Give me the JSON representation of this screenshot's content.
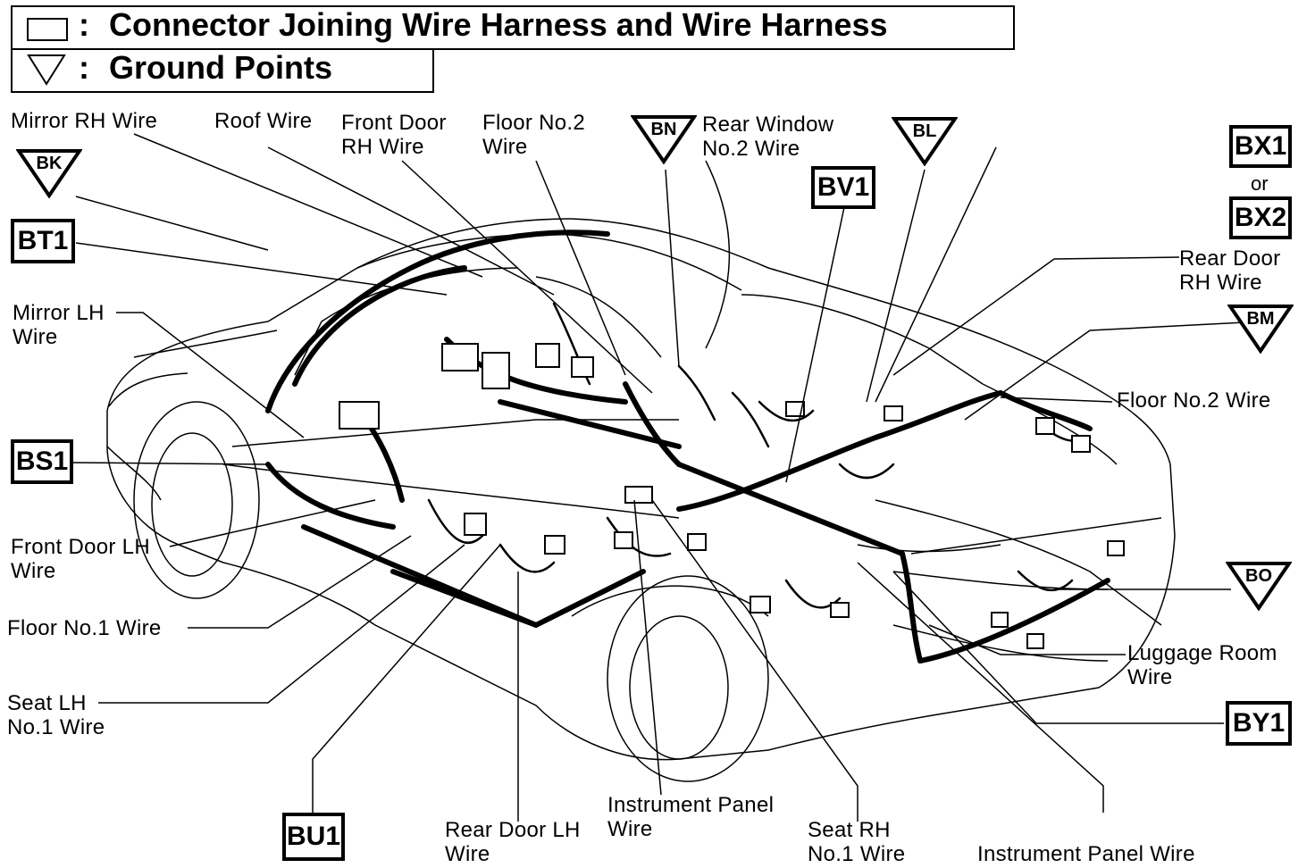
{
  "legend": {
    "connector_symbol_label": ":",
    "connector_text": "Connector Joining Wire Harness and Wire Harness",
    "ground_symbol_label": ":",
    "ground_text": "Ground Points"
  },
  "wire_labels": {
    "mirror_rh": "Mirror RH Wire",
    "roof": "Roof Wire",
    "front_door_rh_1": "Front Door",
    "front_door_rh_2": "RH Wire",
    "floor_no2_top_1": "Floor No.2",
    "floor_no2_top_2": "Wire",
    "rear_window_1": "Rear Window",
    "rear_window_2": "No.2 Wire",
    "rear_door_rh_1": "Rear Door",
    "rear_door_rh_2": "RH Wire",
    "mirror_lh_1": "Mirror LH",
    "mirror_lh_2": "Wire",
    "floor_no2_right": "Floor No.2 Wire",
    "front_door_lh_1": "Front Door LH",
    "front_door_lh_2": "Wire",
    "floor_no1": "Floor No.1 Wire",
    "seat_lh_1": "Seat LH",
    "seat_lh_2": "No.1 Wire",
    "luggage_1": "Luggage Room",
    "luggage_2": "Wire",
    "instrument_panel_mid_1": "Instrument Panel",
    "instrument_panel_mid_2": "Wire",
    "rear_door_lh_1": "Rear Door LH",
    "rear_door_lh_2": "Wire",
    "seat_rh_1": "Seat RH",
    "seat_rh_2": "No.1 Wire",
    "instrument_panel_bottom": "Instrument Panel Wire",
    "or_text": "or"
  },
  "connectors": {
    "bt1": "BT1",
    "bs1": "BS1",
    "bv1": "BV1",
    "bx1": "BX1",
    "bx2": "BX2",
    "by1": "BY1",
    "bu1": "BU1"
  },
  "grounds": {
    "bk": "BK",
    "bn": "BN",
    "bl": "BL",
    "bm": "BM",
    "bo": "BO"
  }
}
